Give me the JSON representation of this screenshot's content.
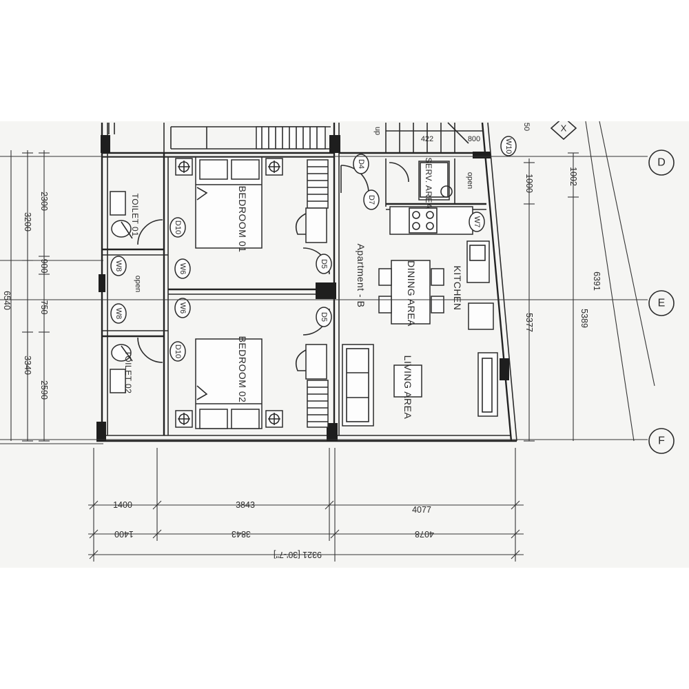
{
  "grid_labels": [
    "D",
    "E",
    "F"
  ],
  "rooms": {
    "bedroom1": "BEDROOM 01",
    "bedroom2": "BEDROOM 02",
    "toilet1": "TOILET 01",
    "toilet2": "TOILET 02",
    "kitchen": "KITCHEN",
    "dining": "DINING AREA",
    "living": "LIVING AREA",
    "service": "SERV. AREA",
    "apartment": "Apartment - B"
  },
  "tags": {
    "d4": "D4",
    "d7": "D7",
    "d10a": "D10",
    "d10b": "D10",
    "d5a": "D5",
    "d5b": "D5",
    "w6a": "W6",
    "w6b": "W6",
    "w8a": "W8",
    "w8b": "W8",
    "w7": "W7",
    "w10": "W10"
  },
  "notes": {
    "open1": "open",
    "open2": "open",
    "up": "up",
    "x_mark": "X"
  },
  "dims_left": [
    "2300",
    "3200",
    "900",
    "750",
    "2590",
    "3340",
    "6540"
  ],
  "dims_right": [
    "1000",
    "1002",
    "5377",
    "5389",
    "6391"
  ],
  "dims_top": [
    "422",
    "800",
    "50"
  ],
  "dims_bottom_row1": [
    "1400",
    "3843",
    "4077"
  ],
  "dims_bottom_row2": [
    "1400",
    "3843",
    "4078"
  ],
  "dims_total": "9321 [30'-7\"]"
}
